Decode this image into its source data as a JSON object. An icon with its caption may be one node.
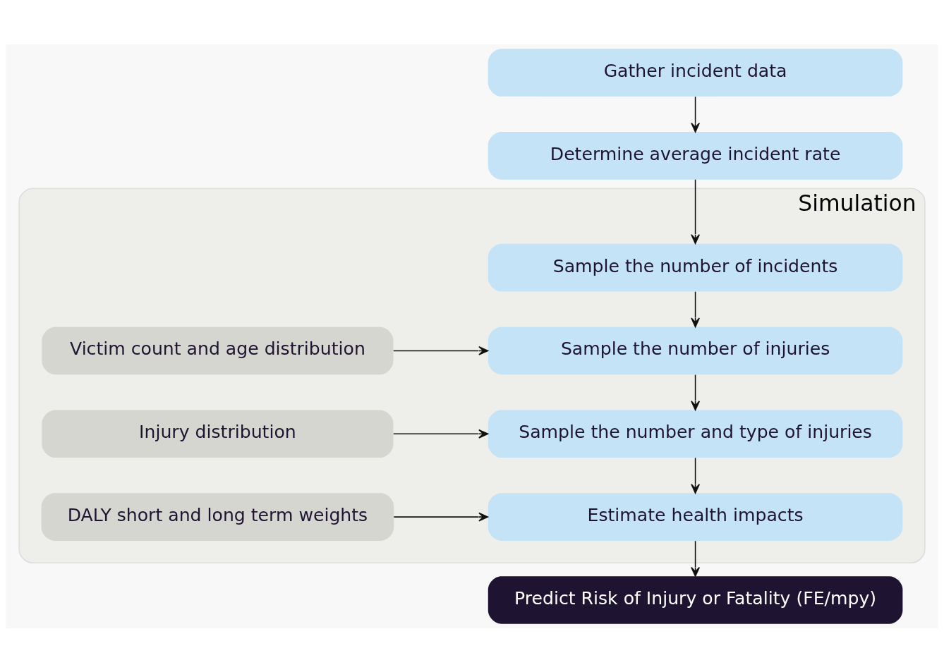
{
  "diagram": {
    "nodes": [
      {
        "text": [
          "Gather incident data"
        ]
      },
      {
        "text": [
          "Determine average incident rate"
        ]
      },
      {
        "text": [
          "Simulation"
        ]
      },
      {
        "text": [
          "Sample the number of incidents"
        ],
        "in": 2
      },
      {
        "text": [
          "Sample the number of injuries"
        ],
        "in": 2
      },
      {
        "text": [
          "Victim count and age distribution"
        ],
        "in": 2
      },
      {
        "text": [
          "Sample the number and type of injuries"
        ],
        "in": 2
      },
      {
        "text": [
          "Injury distribution"
        ],
        "in": 2
      },
      {
        "text": [
          "Estimate health impacts"
        ],
        "in": 2
      },
      {
        "text": [
          "DALY short and long term weights"
        ],
        "in": 2
      },
      {
        "text": [
          "Predict Risk of Injury or Fatality (FE/mpy)"
        ]
      }
    ],
    "edges": [
      {
        "from": 0,
        "to": 1,
        "arrow": "to"
      },
      {
        "from": 1,
        "to": 3,
        "arrow": "to"
      },
      {
        "from": 3,
        "to": 4,
        "arrow": "to"
      },
      {
        "from": 5,
        "to": 4,
        "arrow": "to"
      },
      {
        "from": 4,
        "to": 6,
        "arrow": "to"
      },
      {
        "from": 7,
        "to": 6,
        "arrow": "to"
      },
      {
        "from": 6,
        "to": 8,
        "arrow": "to"
      },
      {
        "from": 9,
        "to": 8,
        "arrow": "to"
      },
      {
        "from": 8,
        "to": 10,
        "arrow": "to"
      }
    ]
  }
}
